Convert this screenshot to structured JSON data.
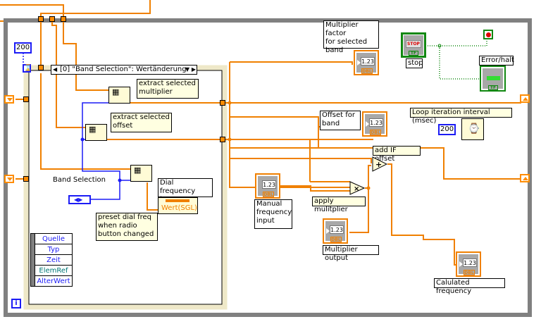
{
  "colors": {
    "float_wire": "#f08000",
    "int_wire": "#1c1cf5",
    "bool_wire": "#118811",
    "loop_border": "#808080",
    "event_border": "#fffbe8",
    "comment_bg": "#ffffe1"
  },
  "while_loop": {
    "iteration_terminal": "i",
    "timeout_constant": "200"
  },
  "event_structure": {
    "case_selector": "[0] \"Band Selection\": Wertänderung",
    "event_data_node": [
      "Quelle",
      "Typ",
      "Zeit",
      "ElemRef",
      "AlterWert"
    ]
  },
  "comments": {
    "extract_multiplier": "extract selected\nmultiplier",
    "extract_offset": "extract selected\noffset",
    "preset_dial": "preset dial freq\nwhen radio\nbutton changed",
    "add_if_offset": "add IF offset",
    "apply_multiplier": "apply mulitplier"
  },
  "controls": {
    "band_selection_label": "Band Selection",
    "dial_frequency_label": "Dial frequency\ninput",
    "dial_property": "Wert(SGL)",
    "manual_frequency_label": "Manual\nfrequency\ninput",
    "stop_label": "stop",
    "stop_button_text": "STOP",
    "tf_tag": "TF"
  },
  "indicators": {
    "multiplier_factor_label": "Multiplier factor\nfor selected\nband",
    "offset_label": "Offset for\nband",
    "multiplier_output_label": "Multiplier output",
    "calculated_frequency_label": "Calulated frequency",
    "error_halt_label": "Error/halt",
    "numeric_display": "1.23",
    "dbl_tag": "DBL"
  },
  "timing": {
    "label": "Loop iteration interval (msec)",
    "constant": "200"
  },
  "operators": {
    "multiply": "×",
    "add": "+"
  }
}
